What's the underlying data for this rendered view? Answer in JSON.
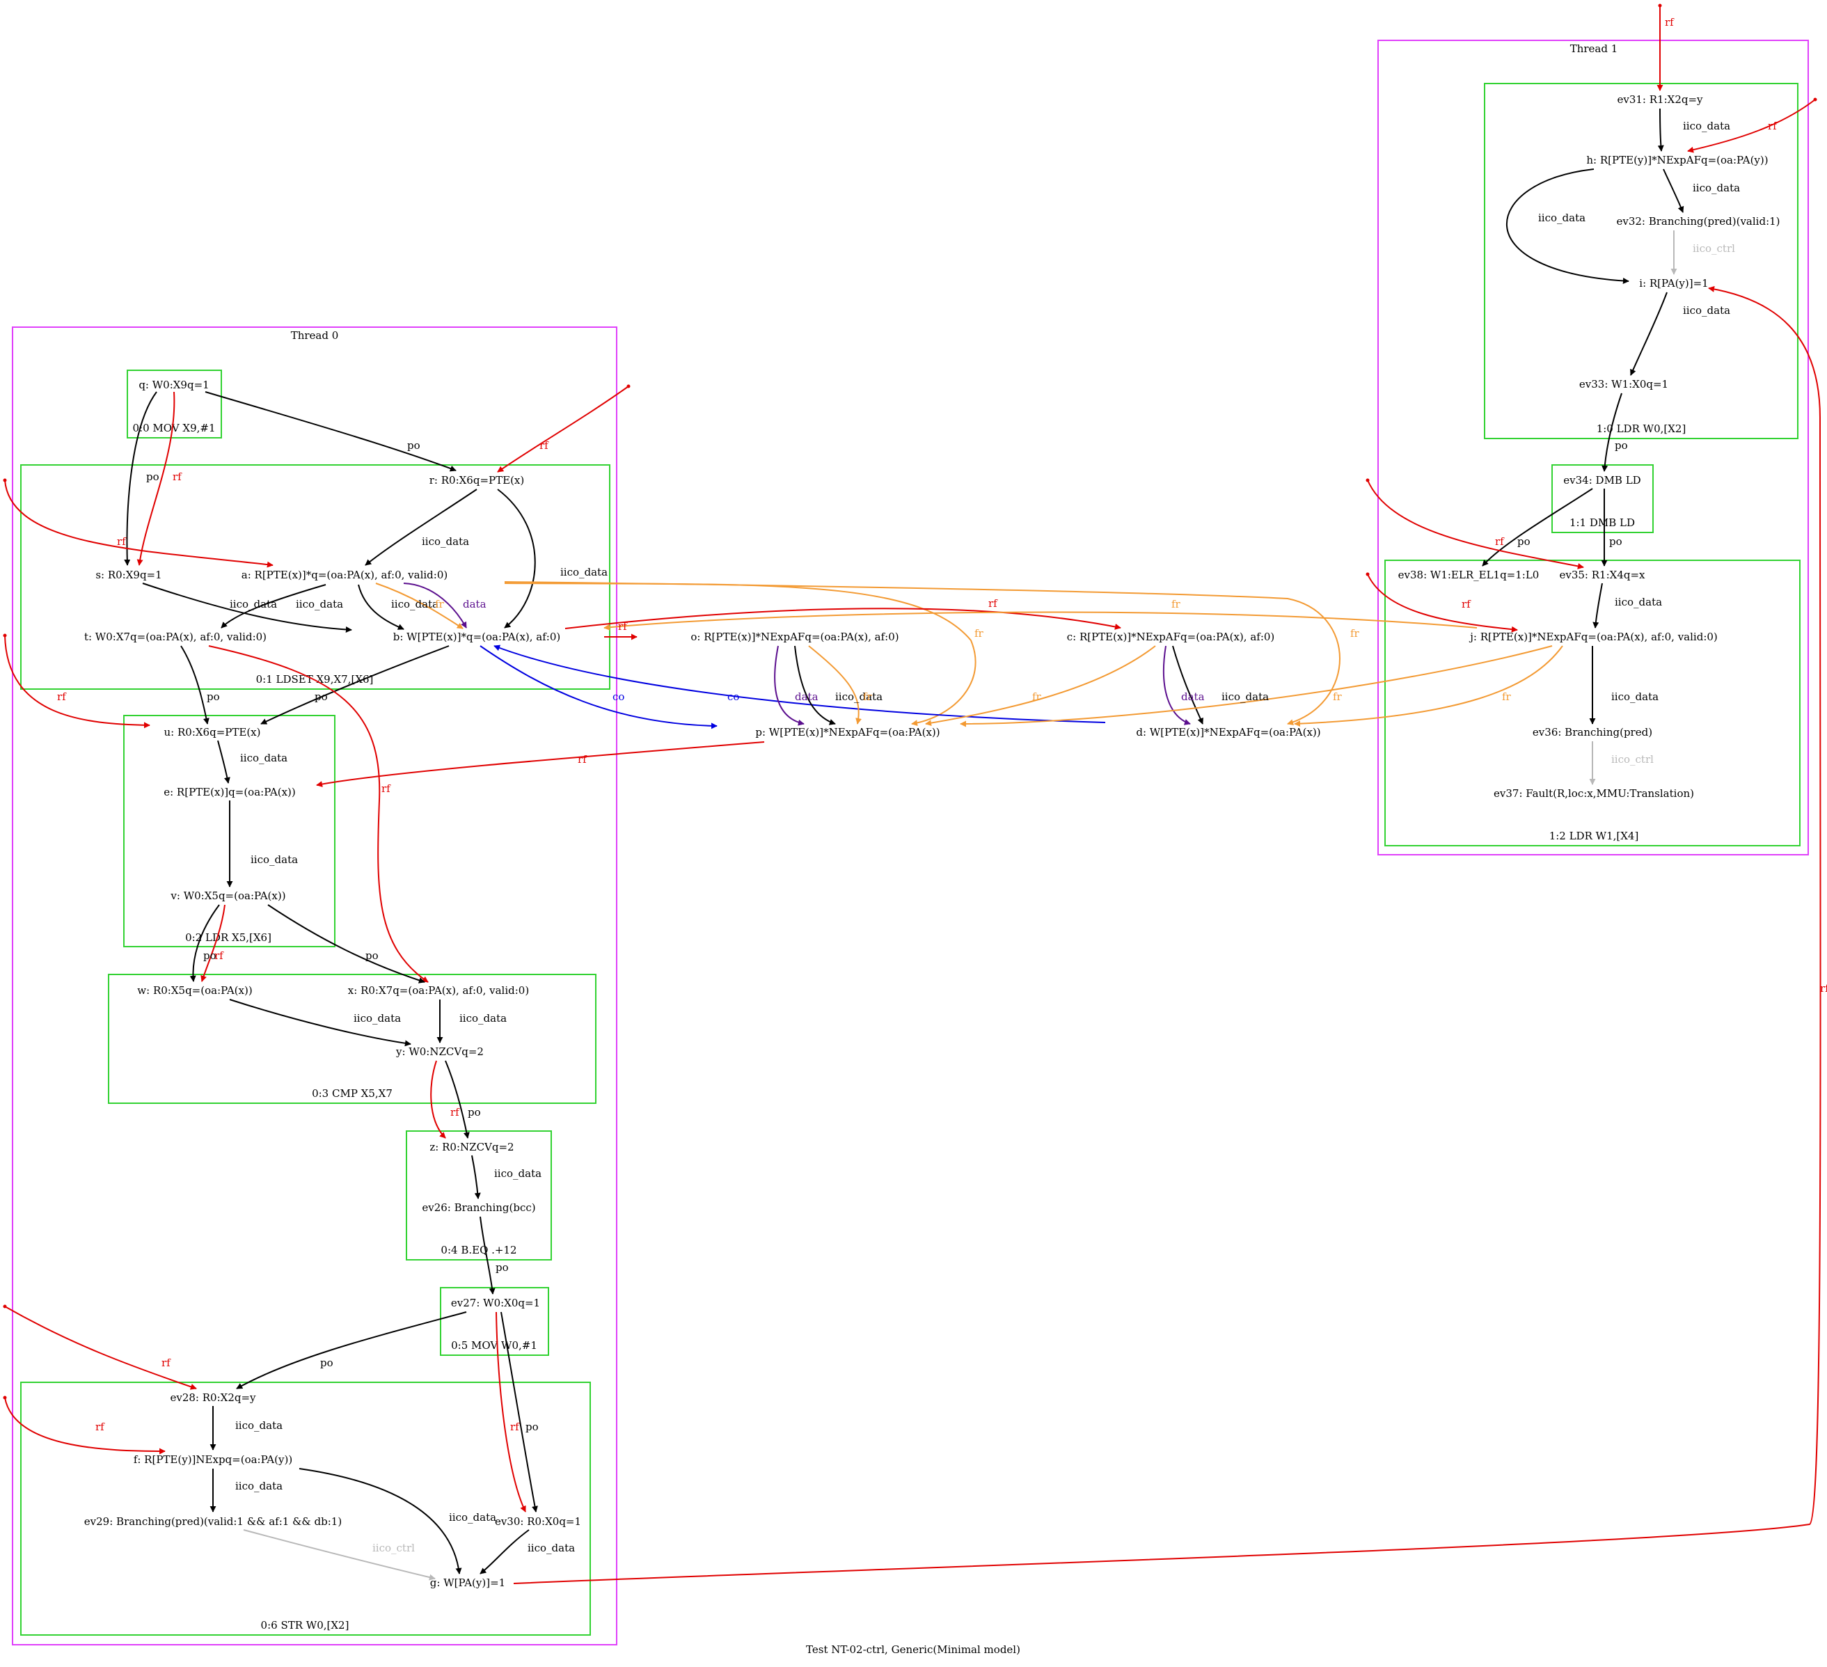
{
  "caption": "Test NT-02-ctrl, Generic(Minimal model)",
  "colors": {
    "thread_box": "#e040fb",
    "instr_box": "#32d232",
    "po": "#000000",
    "iico": "#000000",
    "rf": "#e00000",
    "fr": "#f39a33",
    "co": "#0000e0",
    "data": "#5b0f8e",
    "ctrl": "#b8b8b8"
  },
  "threads": [
    {
      "id": "T0",
      "label": "Thread 0"
    },
    {
      "id": "T1",
      "label": "Thread 1"
    }
  ],
  "instructions": [
    {
      "id": "i00",
      "label": "0:0 MOV X9,#1"
    },
    {
      "id": "i01",
      "label": "0:1 LDSET X9,X7,[X6]"
    },
    {
      "id": "i02",
      "label": "0:2 LDR X5,[X6]"
    },
    {
      "id": "i03",
      "label": "0:3 CMP X5,X7"
    },
    {
      "id": "i04",
      "label": "0:4 B.EQ .+12"
    },
    {
      "id": "i05",
      "label": "0:5 MOV W0,#1"
    },
    {
      "id": "i06",
      "label": "0:6 STR W0,[X2]"
    },
    {
      "id": "i10",
      "label": "1:0 LDR W0,[X2]"
    },
    {
      "id": "i11",
      "label": "1:1 DMB LD"
    },
    {
      "id": "i12",
      "label": "1:2 LDR W1,[X4]"
    }
  ],
  "nodes": [
    {
      "id": "q",
      "label": "q: W0:X9q=1"
    },
    {
      "id": "r",
      "label": "r: R0:X6q=PTE(x)"
    },
    {
      "id": "s",
      "label": "s: R0:X9q=1"
    },
    {
      "id": "a",
      "label": "a: R[PTE(x)]*q=(oa:PA(x), af:0, valid:0)"
    },
    {
      "id": "t",
      "label": "t: W0:X7q=(oa:PA(x), af:0, valid:0)"
    },
    {
      "id": "b",
      "label": "b: W[PTE(x)]*q=(oa:PA(x), af:0)"
    },
    {
      "id": "u",
      "label": "u: R0:X6q=PTE(x)"
    },
    {
      "id": "e",
      "label": "e: R[PTE(x)]q=(oa:PA(x))"
    },
    {
      "id": "v",
      "label": "v: W0:X5q=(oa:PA(x))"
    },
    {
      "id": "w",
      "label": "w: R0:X5q=(oa:PA(x))"
    },
    {
      "id": "x",
      "label": "x: R0:X7q=(oa:PA(x), af:0, valid:0)"
    },
    {
      "id": "y",
      "label": "y: W0:NZCVq=2"
    },
    {
      "id": "z",
      "label": "z: R0:NZCVq=2"
    },
    {
      "id": "ev26",
      "label": "ev26: Branching(bcc)"
    },
    {
      "id": "ev27",
      "label": "ev27: W0:X0q=1"
    },
    {
      "id": "ev28",
      "label": "ev28: R0:X2q=y"
    },
    {
      "id": "f",
      "label": "f: R[PTE(y)]NExpq=(oa:PA(y))"
    },
    {
      "id": "ev29",
      "label": "ev29: Branching(pred)(valid:1 && af:1 && db:1)"
    },
    {
      "id": "ev30",
      "label": "ev30: R0:X0q=1"
    },
    {
      "id": "g",
      "label": "g: W[PA(y)]=1"
    },
    {
      "id": "o",
      "label": "o: R[PTE(x)]*NExpAFq=(oa:PA(x), af:0)"
    },
    {
      "id": "p",
      "label": "p: W[PTE(x)]*NExpAFq=(oa:PA(x))"
    },
    {
      "id": "c",
      "label": "c: R[PTE(x)]*NExpAFq=(oa:PA(x), af:0)"
    },
    {
      "id": "d",
      "label": "d: W[PTE(x)]*NExpAFq=(oa:PA(x))"
    },
    {
      "id": "ev31",
      "label": "ev31: R1:X2q=y"
    },
    {
      "id": "h",
      "label": "h: R[PTE(y)]*NExpAFq=(oa:PA(y))"
    },
    {
      "id": "ev32",
      "label": "ev32: Branching(pred)(valid:1)"
    },
    {
      "id": "i",
      "label": "i: R[PA(y)]=1"
    },
    {
      "id": "ev33",
      "label": "ev33: W1:X0q=1"
    },
    {
      "id": "ev34",
      "label": "ev34: DMB LD"
    },
    {
      "id": "ev38",
      "label": "ev38: W1:ELR_EL1q=1:L0"
    },
    {
      "id": "ev35",
      "label": "ev35: R1:X4q=x"
    },
    {
      "id": "j",
      "label": "j: R[PTE(x)]*NExpAFq=(oa:PA(x), af:0, valid:0)"
    },
    {
      "id": "ev36",
      "label": "ev36: Branching(pred)"
    },
    {
      "id": "ev37",
      "label": "ev37: Fault(R,loc:x,MMU:Translation)"
    }
  ],
  "edges": [
    {
      "id": "q-s-po",
      "kind": "po",
      "label": "po"
    },
    {
      "id": "q-s-rf",
      "kind": "rf",
      "label": "rf"
    },
    {
      "id": "q-r-po",
      "kind": "po",
      "label": "po"
    },
    {
      "id": "init-r-rf",
      "kind": "rf",
      "label": "rf"
    },
    {
      "id": "init-a-rf",
      "kind": "rf",
      "label": "rf"
    },
    {
      "id": "r-a",
      "kind": "iico",
      "label": "iico_data"
    },
    {
      "id": "r-b",
      "kind": "iico",
      "label": "iico_data"
    },
    {
      "id": "s-b",
      "kind": "iico",
      "label": "iico_data"
    },
    {
      "id": "a-t",
      "kind": "iico",
      "label": "iico_data"
    },
    {
      "id": "a-b",
      "kind": "iico",
      "label": "iico_data"
    },
    {
      "id": "a-b-fr",
      "kind": "fr",
      "label": "fr"
    },
    {
      "id": "a-b-data",
      "kind": "data",
      "label": "data"
    },
    {
      "id": "a-p-fr",
      "kind": "fr",
      "label": "fr"
    },
    {
      "id": "a-d-fr",
      "kind": "fr",
      "label": "fr"
    },
    {
      "id": "b-o-rf",
      "kind": "rf",
      "label": "rf"
    },
    {
      "id": "b-c-rf",
      "kind": "rf",
      "label": "rf"
    },
    {
      "id": "b-p-co",
      "kind": "co",
      "label": "co"
    },
    {
      "id": "b-u-po",
      "kind": "po",
      "label": "po"
    },
    {
      "id": "d-b-co",
      "kind": "co",
      "label": "co"
    },
    {
      "id": "j-b-fr",
      "kind": "fr",
      "label": "fr"
    },
    {
      "id": "t-u-po",
      "kind": "po",
      "label": "po"
    },
    {
      "id": "t-x-rf",
      "kind": "rf",
      "label": "rf"
    },
    {
      "id": "init-u-rf",
      "kind": "rf",
      "label": "rf"
    },
    {
      "id": "u-e",
      "kind": "iico",
      "label": "iico_data"
    },
    {
      "id": "p-e-rf",
      "kind": "rf",
      "label": "rf"
    },
    {
      "id": "e-v",
      "kind": "iico",
      "label": "iico_data"
    },
    {
      "id": "v-w-po",
      "kind": "po",
      "label": "po"
    },
    {
      "id": "v-w-rf",
      "kind": "rf",
      "label": "rf"
    },
    {
      "id": "v-x-po",
      "kind": "po",
      "label": "po"
    },
    {
      "id": "w-y",
      "kind": "iico",
      "label": "iico_data"
    },
    {
      "id": "x-y",
      "kind": "iico",
      "label": "iico_data"
    },
    {
      "id": "y-z-rf",
      "kind": "rf",
      "label": "rf"
    },
    {
      "id": "y-z-po",
      "kind": "po",
      "label": "po"
    },
    {
      "id": "z-ev26",
      "kind": "iico",
      "label": "iico_data"
    },
    {
      "id": "ev26-ev27",
      "kind": "po",
      "label": "po"
    },
    {
      "id": "ev27-ev28",
      "kind": "po",
      "label": "po"
    },
    {
      "id": "ev27-ev30-rf",
      "kind": "rf",
      "label": "rf"
    },
    {
      "id": "ev27-ev30-po",
      "kind": "po",
      "label": "po"
    },
    {
      "id": "init-ev28-rf",
      "kind": "rf",
      "label": "rf"
    },
    {
      "id": "init-f-rf",
      "kind": "rf",
      "label": "rf"
    },
    {
      "id": "ev28-f",
      "kind": "iico",
      "label": "iico_data"
    },
    {
      "id": "f-ev29",
      "kind": "iico",
      "label": "iico_data"
    },
    {
      "id": "f-g",
      "kind": "iico",
      "label": "iico_data"
    },
    {
      "id": "ev29-g",
      "kind": "ctrl",
      "label": "iico_ctrl"
    },
    {
      "id": "ev30-g",
      "kind": "iico",
      "label": "iico_data"
    },
    {
      "id": "g-i-rf",
      "kind": "rf",
      "label": "rf"
    },
    {
      "id": "o-p-data",
      "kind": "data",
      "label": "data"
    },
    {
      "id": "o-p",
      "kind": "iico",
      "label": "iico_data"
    },
    {
      "id": "o-p-fr",
      "kind": "fr",
      "label": "fr"
    },
    {
      "id": "c-d-data",
      "kind": "data",
      "label": "data"
    },
    {
      "id": "c-d",
      "kind": "iico",
      "label": "iico_data"
    },
    {
      "id": "c-p-fr",
      "kind": "fr",
      "label": "fr"
    },
    {
      "id": "j-p-fr",
      "kind": "fr",
      "label": "fr"
    },
    {
      "id": "j-d-fr",
      "kind": "fr",
      "label": "fr"
    },
    {
      "id": "init-ev31-rf",
      "kind": "rf",
      "label": "rf"
    },
    {
      "id": "ev31-h",
      "kind": "iico",
      "label": "iico_data"
    },
    {
      "id": "init-h-rf",
      "kind": "rf",
      "label": "rf"
    },
    {
      "id": "h-ev32",
      "kind": "iico",
      "label": "iico_data"
    },
    {
      "id": "h-i",
      "kind": "iico",
      "label": "iico_data"
    },
    {
      "id": "ev32-i",
      "kind": "ctrl",
      "label": "iico_ctrl"
    },
    {
      "id": "i-ev33",
      "kind": "iico",
      "label": "iico_data"
    },
    {
      "id": "ev33-ev34",
      "kind": "po",
      "label": "po"
    },
    {
      "id": "ev34-ev38",
      "kind": "po",
      "label": "po"
    },
    {
      "id": "ev34-ev35",
      "kind": "po",
      "label": "po"
    },
    {
      "id": "init-ev35-rf",
      "kind": "rf",
      "label": "rf"
    },
    {
      "id": "init-j-rf",
      "kind": "rf",
      "label": "rf"
    },
    {
      "id": "ev35-j",
      "kind": "iico",
      "label": "iico_data"
    },
    {
      "id": "j-ev36",
      "kind": "iico",
      "label": "iico_data"
    },
    {
      "id": "ev36-ev37",
      "kind": "ctrl",
      "label": "iico_ctrl"
    }
  ]
}
